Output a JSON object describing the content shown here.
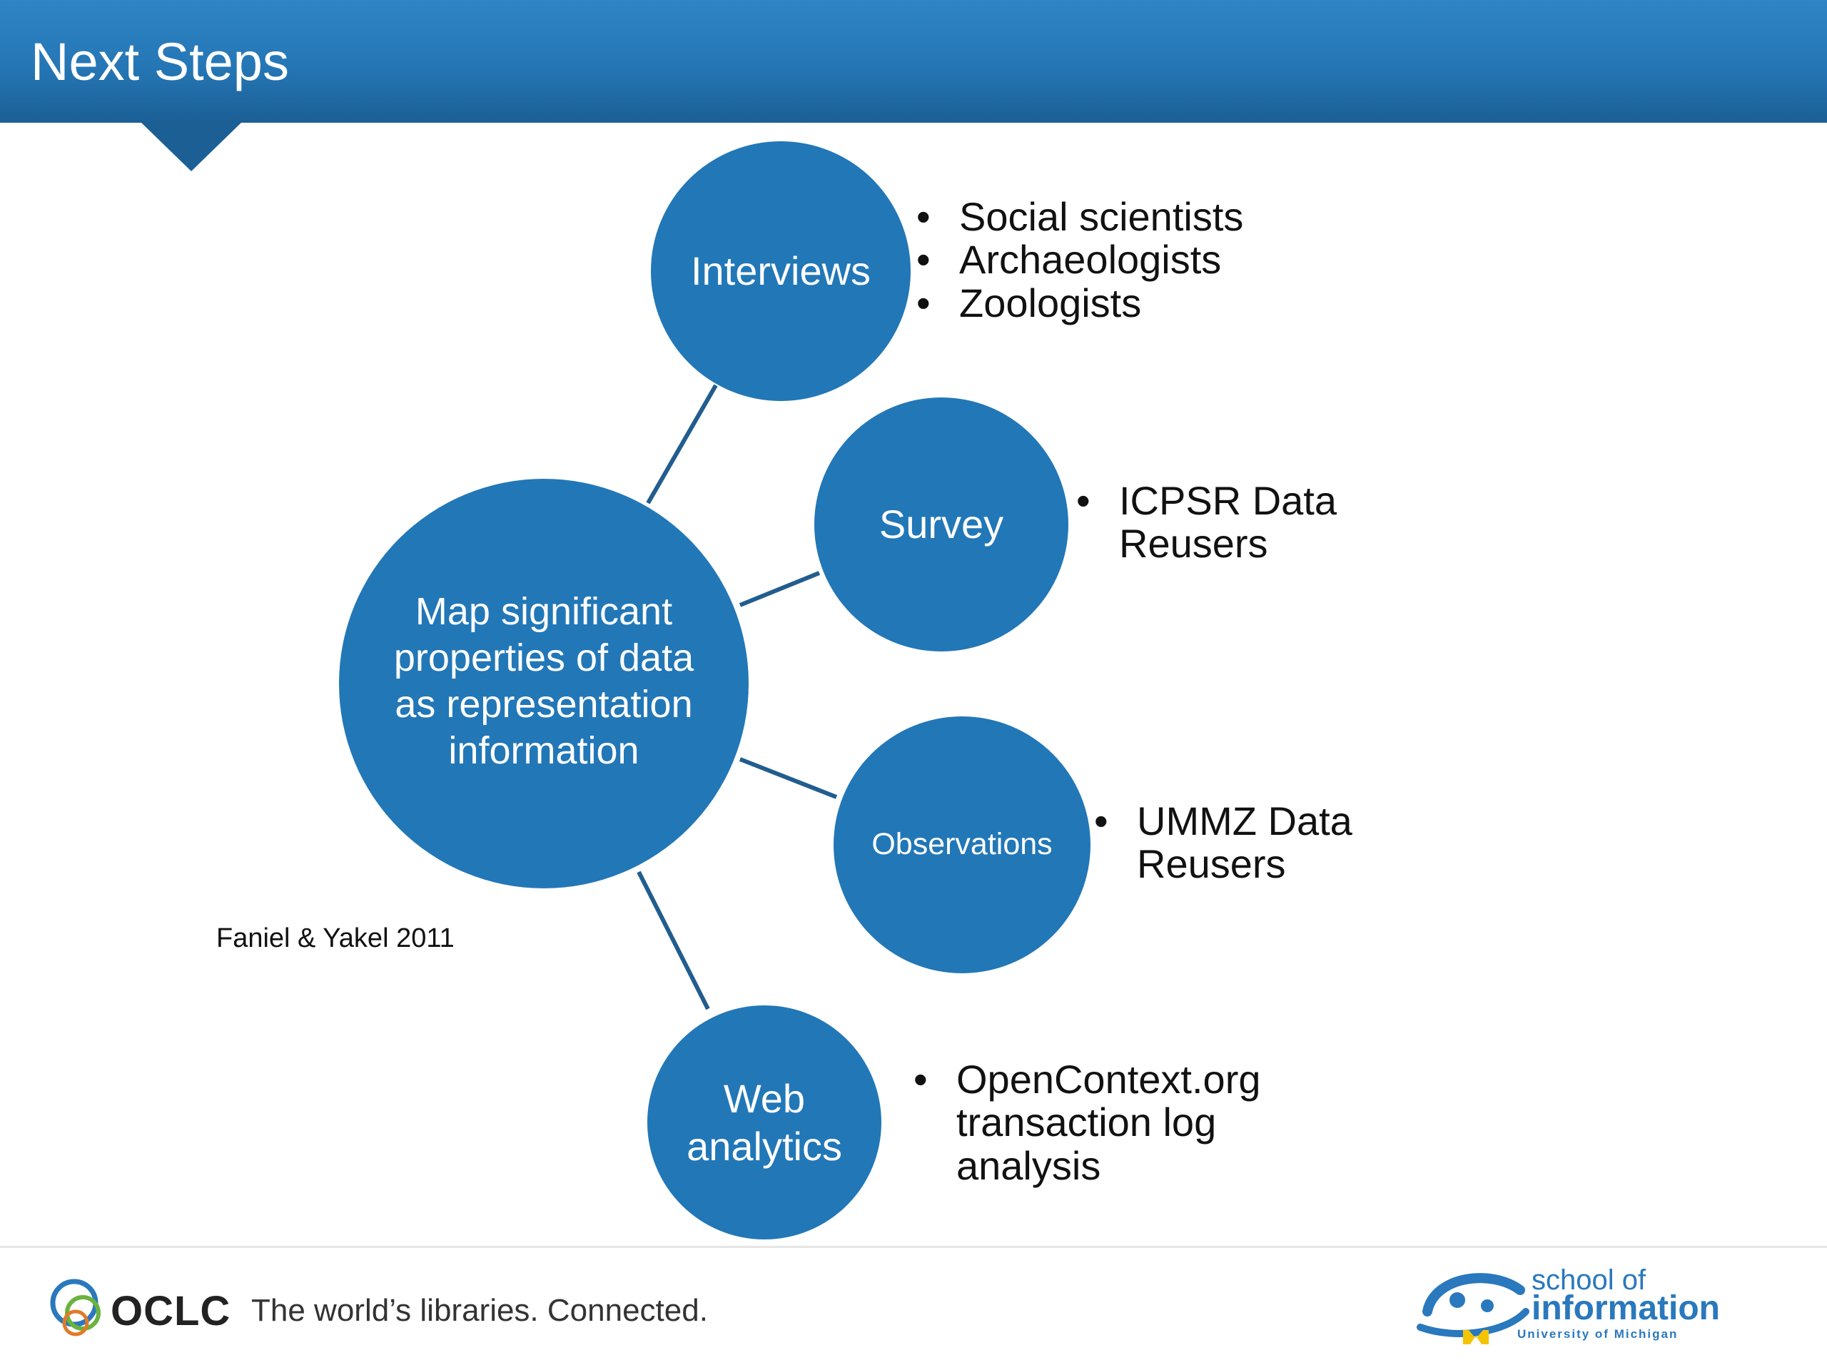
{
  "slide": {
    "title": "Next Steps",
    "citation": "Faniel & Yakel 2011"
  },
  "colors": {
    "header": "#2576b5",
    "node_fill": "#2277b7",
    "connector": "#215d8e",
    "text": "#111111"
  },
  "center_node": {
    "label": "Map significant\nproperties of data\nas representation\ninformation"
  },
  "branches": [
    {
      "label": "Interviews",
      "bullets": [
        "Social scientists",
        "Archaeologists",
        "Zoologists"
      ]
    },
    {
      "label": "Survey",
      "bullets": [
        "ICPSR Data\nReusers"
      ]
    },
    {
      "label": "Observations",
      "bullets": [
        "UMMZ Data\nReusers"
      ]
    },
    {
      "label": "Web\nanalytics",
      "bullets": [
        "OpenContext.org\ntransaction log\nanalysis"
      ]
    }
  ],
  "footer": {
    "oclc_name": "OCLC",
    "oclc_tagline": "The world’s libraries. Connected.",
    "school_line1": "school of",
    "school_line2": "information",
    "school_line3": "University of Michigan",
    "oclc_logo_icon": "oclc-rings-logo-icon",
    "school_logo_icon": "school-of-information-swirl-logo-icon"
  }
}
